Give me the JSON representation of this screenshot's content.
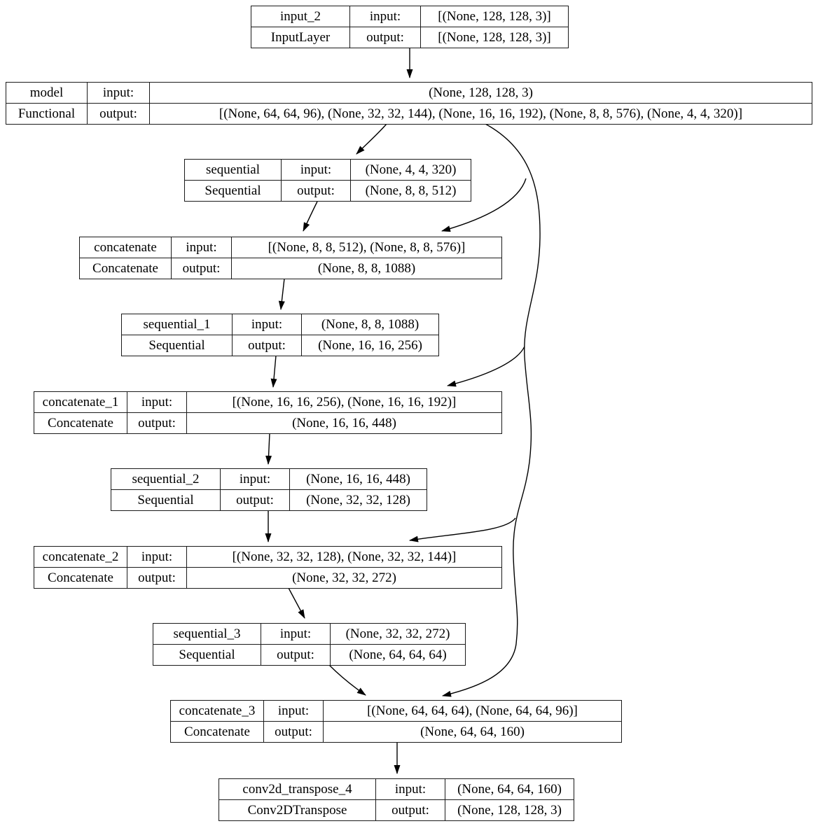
{
  "labels": {
    "input": "input:",
    "output": "output:"
  },
  "colors": {
    "line": "#000000",
    "border": "#1a1a1a",
    "background": "#ffffff",
    "text": "#000000"
  },
  "nodes": [
    {
      "name": "input_2",
      "type": "InputLayer",
      "input_shape": "[(None, 128, 128, 3)]",
      "output_shape": "[(None, 128, 128, 3)]"
    },
    {
      "name": "model",
      "type": "Functional",
      "input_shape": "(None, 128, 128, 3)",
      "output_shape": "[(None, 64, 64, 96), (None, 32, 32, 144), (None, 16, 16, 192), (None, 8, 8, 576), (None, 4, 4, 320)]"
    },
    {
      "name": "sequential",
      "type": "Sequential",
      "input_shape": "(None, 4, 4, 320)",
      "output_shape": "(None, 8, 8, 512)"
    },
    {
      "name": "concatenate",
      "type": "Concatenate",
      "input_shape": "[(None, 8, 8, 512), (None, 8, 8, 576)]",
      "output_shape": "(None, 8, 8, 1088)"
    },
    {
      "name": "sequential_1",
      "type": "Sequential",
      "input_shape": "(None, 8, 8, 1088)",
      "output_shape": "(None, 16, 16, 256)"
    },
    {
      "name": "concatenate_1",
      "type": "Concatenate",
      "input_shape": "[(None, 16, 16, 256), (None, 16, 16, 192)]",
      "output_shape": "(None, 16, 16, 448)"
    },
    {
      "name": "sequential_2",
      "type": "Sequential",
      "input_shape": "(None, 16, 16, 448)",
      "output_shape": "(None, 32, 32, 128)"
    },
    {
      "name": "concatenate_2",
      "type": "Concatenate",
      "input_shape": "[(None, 32, 32, 128), (None, 32, 32, 144)]",
      "output_shape": "(None, 32, 32, 272)"
    },
    {
      "name": "sequential_3",
      "type": "Sequential",
      "input_shape": "(None, 32, 32, 272)",
      "output_shape": "(None, 64, 64, 64)"
    },
    {
      "name": "concatenate_3",
      "type": "Concatenate",
      "input_shape": "[(None, 64, 64, 64), (None, 64, 64, 96)]",
      "output_shape": "(None, 64, 64, 160)"
    },
    {
      "name": "conv2d_transpose_4",
      "type": "Conv2DTranspose",
      "input_shape": "(None, 64, 64, 160)",
      "output_shape": "(None, 128, 128, 3)"
    }
  ],
  "edges": [
    {
      "from": "input_2",
      "to": "model"
    },
    {
      "from": "model",
      "to": "sequential"
    },
    {
      "from": "model",
      "to": "concatenate"
    },
    {
      "from": "model",
      "to": "concatenate_1"
    },
    {
      "from": "model",
      "to": "concatenate_2"
    },
    {
      "from": "model",
      "to": "concatenate_3"
    },
    {
      "from": "sequential",
      "to": "concatenate"
    },
    {
      "from": "concatenate",
      "to": "sequential_1"
    },
    {
      "from": "sequential_1",
      "to": "concatenate_1"
    },
    {
      "from": "concatenate_1",
      "to": "sequential_2"
    },
    {
      "from": "sequential_2",
      "to": "concatenate_2"
    },
    {
      "from": "concatenate_2",
      "to": "sequential_3"
    },
    {
      "from": "sequential_3",
      "to": "concatenate_3"
    },
    {
      "from": "concatenate_3",
      "to": "conv2d_transpose_4"
    }
  ]
}
